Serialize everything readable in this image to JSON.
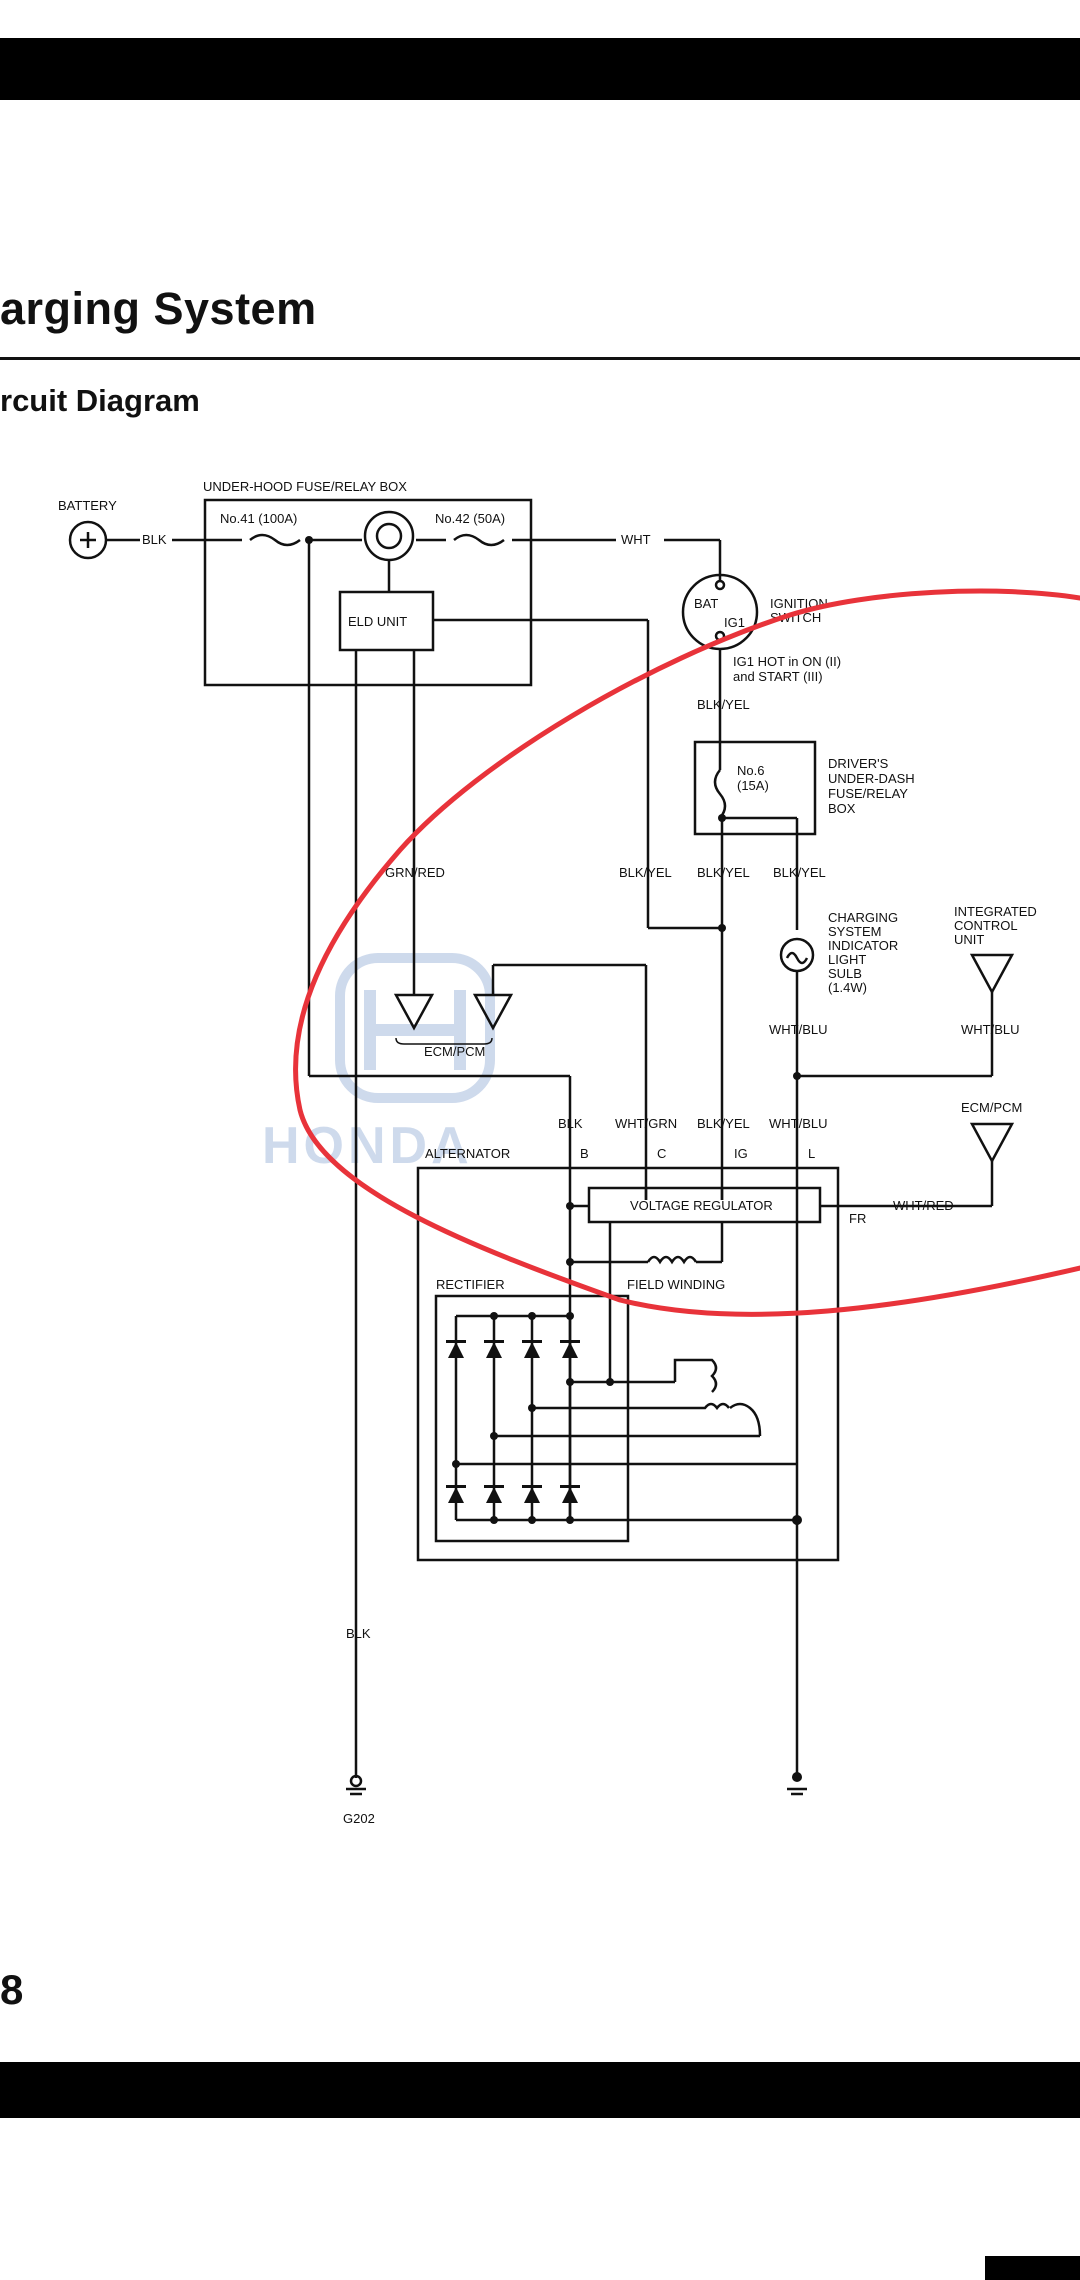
{
  "page": {
    "section_title": "arging System",
    "subsection_title": "rcuit Diagram",
    "page_number": "8"
  },
  "diagram": {
    "labels": {
      "battery": "BATTERY",
      "blk_battery": "BLK",
      "fuse_box": "UNDER-HOOD FUSE/RELAY BOX",
      "fuse41": "No.41 (100A)",
      "fuse42": "No.42 (50A)",
      "wht": "WHT",
      "eld_unit": "ELD UNIT",
      "bat": "BAT",
      "ig1": "IG1",
      "ignition1": "IGNITION",
      "ignition2": "SWITCH",
      "ig1_hot1": "IG1 HOT in ON (II)",
      "ig1_hot2": "and START (III)",
      "blkyel_sw": "BLK/YEL",
      "fuse6a": "No.6",
      "fuse6b": "(15A)",
      "dash1": "DRIVER'S",
      "dash2": "UNDER-DASH",
      "dash3": "FUSE/RELAY",
      "dash4": "BOX",
      "grnred": "GRN/RED",
      "blkyel_a": "BLK/YEL",
      "blkyel_b": "BLK/YEL",
      "blkyel_c": "BLK/YEL",
      "bulb1": "CHARGING",
      "bulb2": "SYSTEM",
      "bulb3": "INDICATOR",
      "bulb4": "LIGHT",
      "bulb5": "SULB",
      "bulb6": "(1.4W)",
      "icu1": "INTEGRATED",
      "icu2": "CONTROL",
      "icu3": "UNIT",
      "whtblu_a": "WHT/BLU",
      "whtblu_b": "WHT/BLU",
      "ecm_pcm_a": "ECM/PCM",
      "blk_alt": "BLK",
      "whtgrn": "WHT/GRN",
      "blkyel_ig": "BLK/YEL",
      "whtblu_l": "WHT/BLU",
      "ecm_pcm_b": "ECM/PCM",
      "alternator": "ALTERNATOR",
      "term_b": "B",
      "term_c": "C",
      "term_ig": "IG",
      "term_l": "L",
      "voltage_regulator": "VOLTAGE REGULATOR",
      "fr": "FR",
      "whtred": "WHT/RED",
      "rectifier": "RECTIFIER",
      "field_winding": "FIELD WINDING",
      "blk_ground": "BLK",
      "g202": "G202",
      "watermark": "HONDA"
    }
  },
  "colors": {
    "annotation": "#e8333a",
    "watermark": "#c9d6ea",
    "line": "#111111"
  }
}
